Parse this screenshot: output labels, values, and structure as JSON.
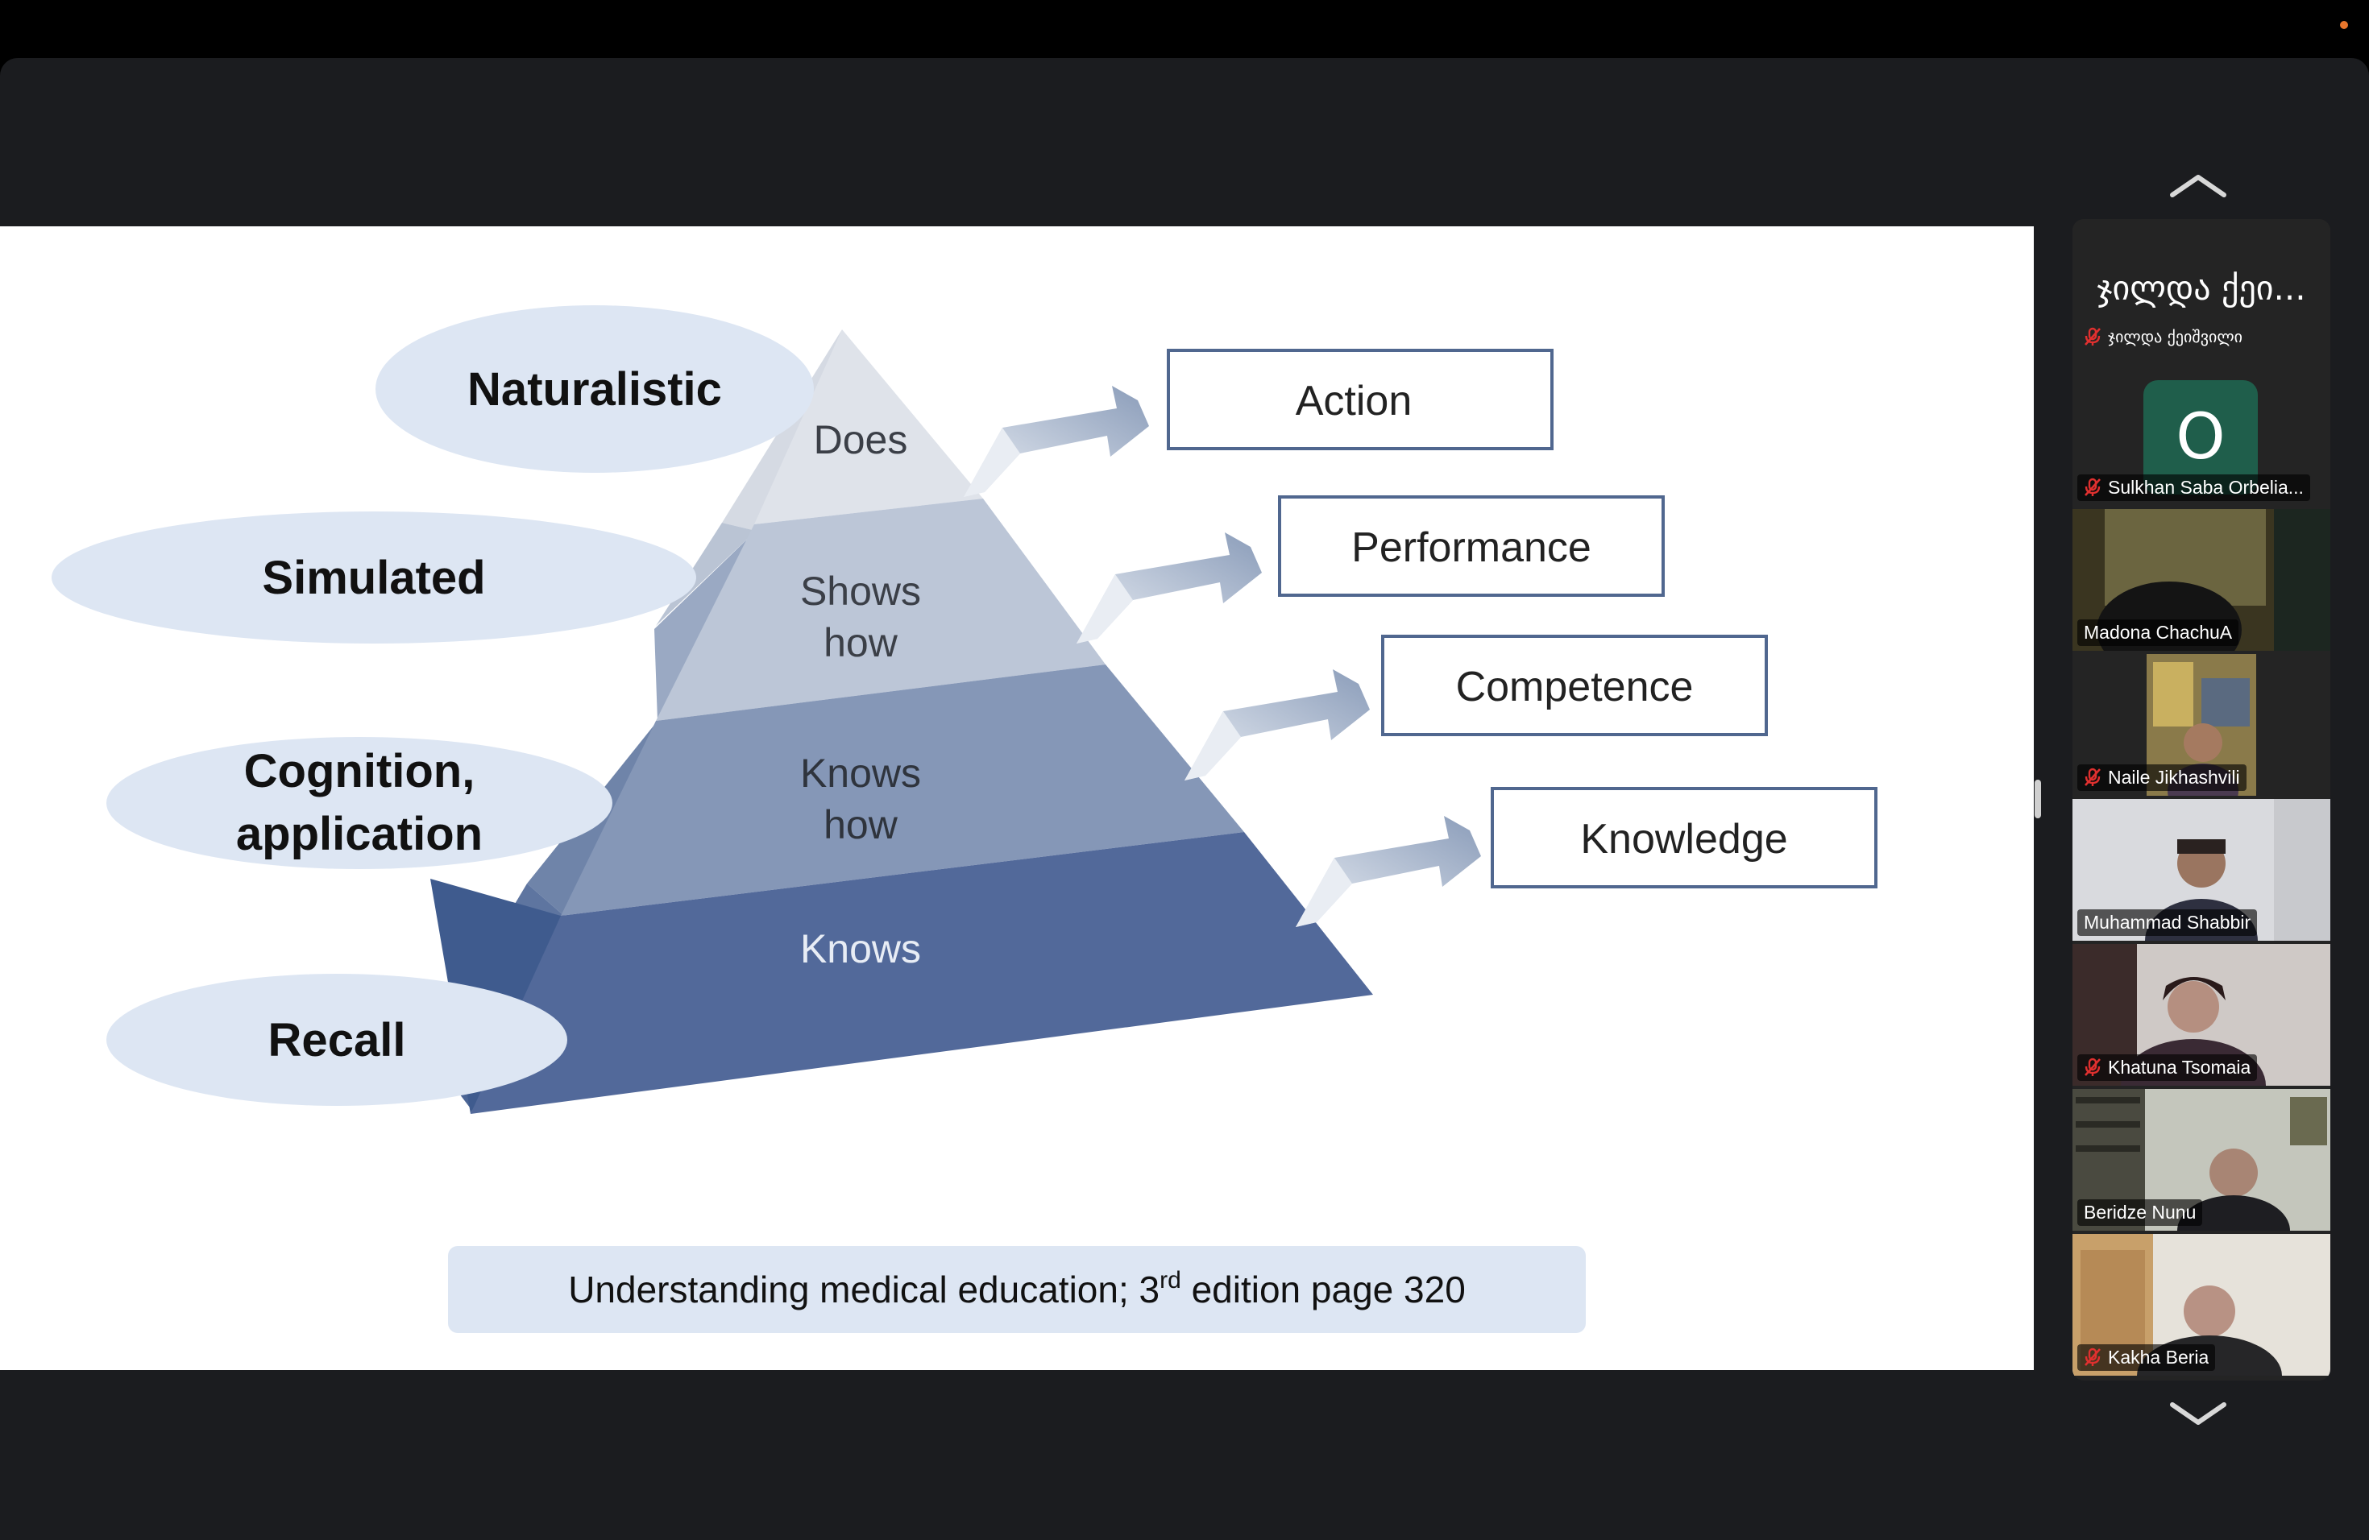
{
  "colors": {
    "background": "#000000",
    "window": "#1b1c1f",
    "status_dot": "#e8762c",
    "slide_bg": "#ffffff",
    "ellipse_fill": "#dde6f3",
    "citation_bg": "#dde6f3",
    "active_speaker": "#3ec64a",
    "muted_icon": "#e0302f",
    "avatar_bg": "#1f5e4b"
  },
  "slide": {
    "ellipses": {
      "naturalistic": "Naturalistic",
      "simulated": "Simulated",
      "cognition_line1": "Cognition,",
      "cognition_line2": "application",
      "recall": "Recall"
    },
    "pyramid": {
      "does": "Does",
      "shows_line1": "Shows",
      "shows_line2": "how",
      "knowshow_line1": "Knows",
      "knowshow_line2": "how",
      "knows": "Knows"
    },
    "boxes": {
      "action": "Action",
      "performance": "Performance",
      "competence": "Competence",
      "knowledge": "Knowledge"
    },
    "citation": {
      "before": "Understanding medical education; 3",
      "superscript": "rd",
      "after": " edition page 320"
    }
  },
  "gallery": {
    "nav_up_icon": "chevron-up-icon",
    "nav_down_icon": "chevron-down-icon",
    "host": {
      "title": "ჯილდა ქეი...",
      "name": "ჯილდა ქეიშვილი",
      "muted": true
    },
    "tiles": [
      {
        "name": "Sulkhan Saba Orbelia...",
        "avatar_letter": "O",
        "muted": true,
        "video": false
      },
      {
        "name": "Madona ChachuA",
        "muted": false,
        "video": true
      },
      {
        "name": "Naile Jikhashvili",
        "muted": true,
        "video": true
      },
      {
        "name": "Muhammad Shabbir",
        "muted": false,
        "video": true,
        "active": true
      },
      {
        "name": "Khatuna Tsomaia",
        "muted": true,
        "video": true
      },
      {
        "name": "Beridze Nunu",
        "muted": false,
        "video": true
      },
      {
        "name": "Kakha Beria",
        "muted": true,
        "video": true
      }
    ]
  }
}
